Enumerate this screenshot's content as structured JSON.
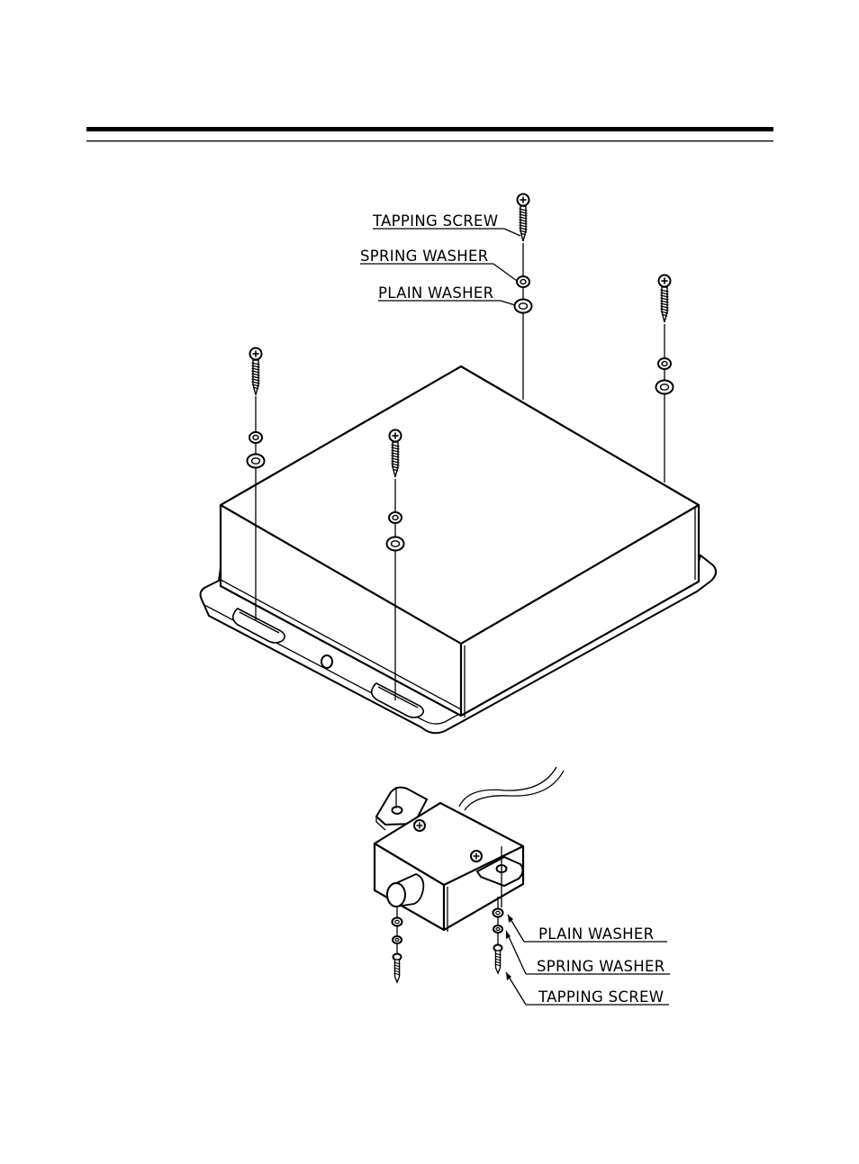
{
  "labels": {
    "top": {
      "tapping_screw": "TAPPING SCREW",
      "spring_washer": "SPRING WASHER",
      "plain_washer": "PLAIN WASHER"
    },
    "bottom": {
      "plain_washer": "PLAIN WASHER",
      "spring_washer": "SPRING WASHER",
      "tapping_screw": "TAPPING SCREW"
    }
  },
  "colors": {
    "ink": "#000000",
    "paper": "#ffffff"
  }
}
